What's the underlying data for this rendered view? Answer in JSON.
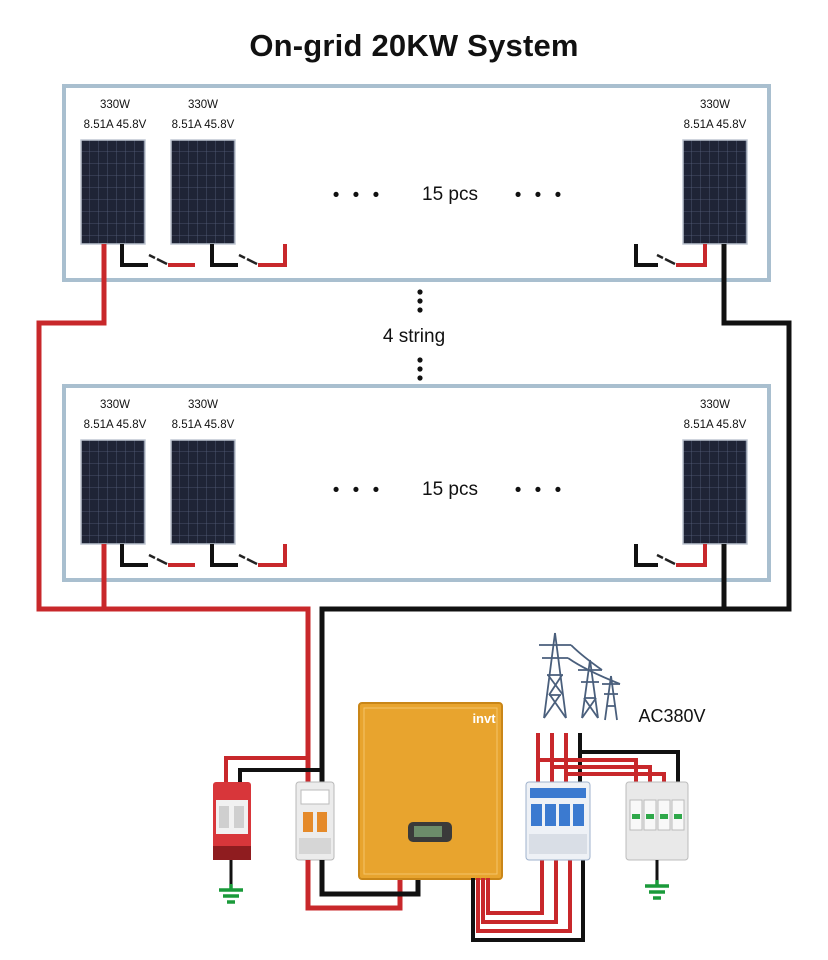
{
  "title": "On-grid 20KW System",
  "panel": {
    "power": "330W",
    "specs": "8.51A  45.8V"
  },
  "array_top": {
    "count_label": "15 pcs",
    "ellipsis": "• • •"
  },
  "array_bottom": {
    "count_label": "15 pcs",
    "ellipsis": "• • •"
  },
  "strings_label": "4 string",
  "inverter": {
    "brand": "invt"
  },
  "grid": {
    "voltage_label": "AC380V"
  },
  "colors": {
    "positive_wire": "#c8282b",
    "negative_wire": "#111111",
    "frame": "#a9bfcf",
    "inverter": "#e8a42e"
  }
}
